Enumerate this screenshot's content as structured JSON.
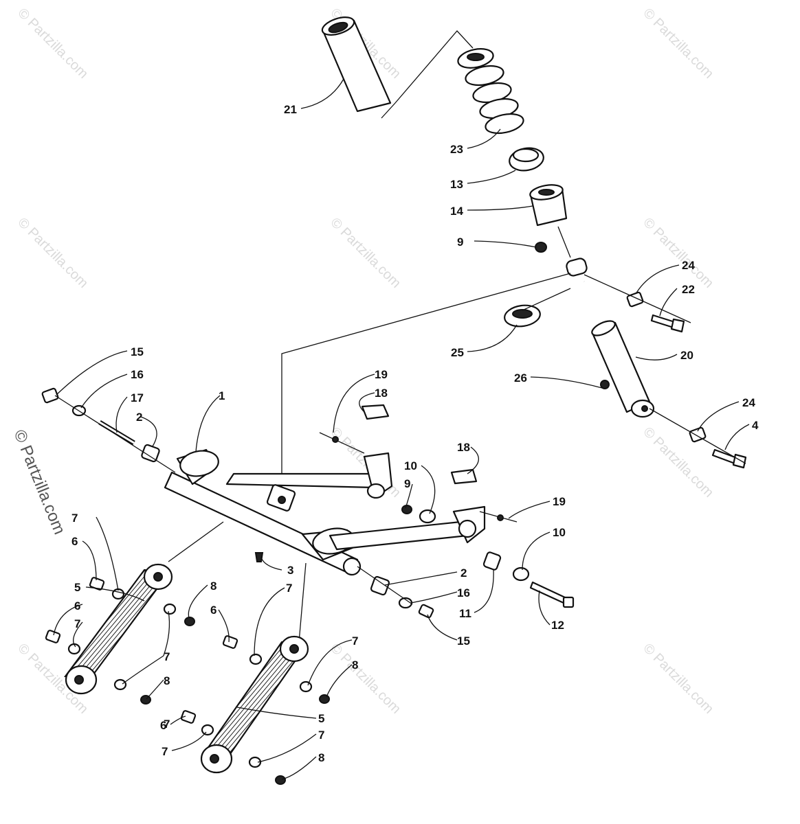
{
  "watermark": {
    "text": "© Partzilla.com",
    "side_text": "© Partzilla.com"
  },
  "callouts": [
    "21",
    "23",
    "13",
    "14",
    "9",
    "24",
    "22",
    "25",
    "20",
    "26",
    "24",
    "4",
    "15",
    "16",
    "17",
    "2",
    "1",
    "19",
    "18",
    "18",
    "10",
    "9",
    "19",
    "10",
    "7",
    "6",
    "3",
    "2",
    "16",
    "11",
    "12",
    "15",
    "5",
    "6",
    "7",
    "8",
    "7",
    "6",
    "7",
    "7",
    "8",
    "7",
    "8",
    "6",
    "5",
    "7",
    "7",
    "8"
  ]
}
